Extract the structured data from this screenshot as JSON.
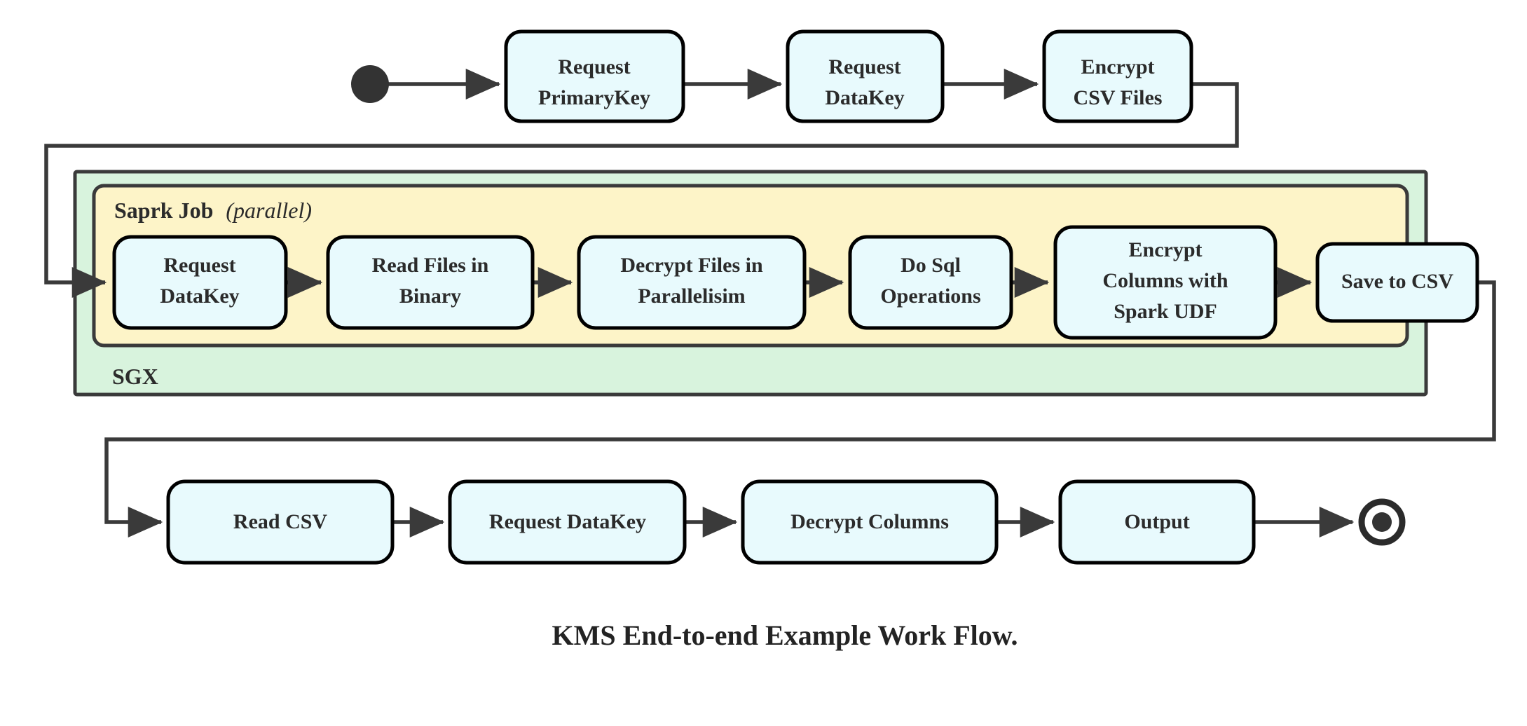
{
  "diagram": {
    "title": "KMS End-to-end Example Work Flow.",
    "colors": {
      "node_fill": "#e8fafd",
      "node_stroke": "#000000",
      "sgx_fill": "#d8f3dd",
      "spark_fill": "#fdf4c8",
      "container_stroke": "#3a3a3a",
      "edge_stroke": "#3a3a3a",
      "text": "#2b2b2b",
      "background": "#ffffff"
    },
    "start_node": {
      "name": "start-node",
      "shape": "filled-circle"
    },
    "end_node": {
      "name": "end-node",
      "shape": "ring-with-filled-center"
    },
    "groups": {
      "sgx": {
        "label": "SGX"
      },
      "spark": {
        "label_bold": "Saprk Job",
        "label_italic": "(parallel)"
      }
    },
    "rows": {
      "top": [
        {
          "id": "request-primarykey",
          "lines": [
            "Request",
            "PrimaryKey"
          ]
        },
        {
          "id": "request-datakey-top",
          "lines": [
            "Request",
            "DataKey"
          ]
        },
        {
          "id": "encrypt-csv-files",
          "lines": [
            "Encrypt",
            "CSV Files"
          ]
        }
      ],
      "middle": [
        {
          "id": "request-datakey-spark",
          "lines": [
            "Request",
            "DataKey"
          ]
        },
        {
          "id": "read-files-in-binary",
          "lines": [
            "Read Files in",
            "Binary"
          ]
        },
        {
          "id": "decrypt-files-in-parallelisim",
          "lines": [
            "Decrypt Files in",
            "Parallelisim"
          ]
        },
        {
          "id": "do-sql-operations",
          "lines": [
            "Do Sql",
            "Operations"
          ]
        },
        {
          "id": "encrypt-columns-with-spark-udf",
          "lines": [
            "Encrypt",
            "Columns with",
            "Spark UDF"
          ]
        },
        {
          "id": "save-to-csv",
          "lines": [
            "Save to CSV"
          ]
        }
      ],
      "bottom": [
        {
          "id": "read-csv",
          "lines": [
            "Read CSV"
          ]
        },
        {
          "id": "request-datakey-bottom",
          "lines": [
            "Request DataKey"
          ]
        },
        {
          "id": "decrypt-columns",
          "lines": [
            "Decrypt Columns"
          ]
        },
        {
          "id": "output",
          "lines": [
            "Output"
          ]
        }
      ]
    }
  }
}
